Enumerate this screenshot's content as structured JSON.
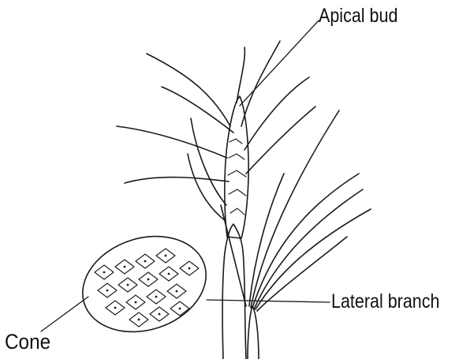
{
  "labels": {
    "apical_bud": "Apical bud",
    "lateral_branch": "Lateral branch",
    "cone": "Cone"
  },
  "colors": {
    "ink": "#111111",
    "background": "#ffffff"
  }
}
